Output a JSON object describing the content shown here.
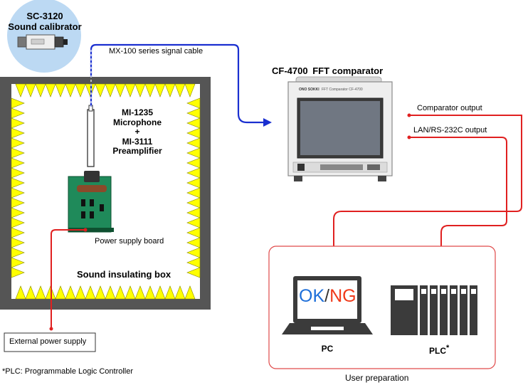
{
  "calibrator": {
    "model": "SC-3120",
    "name": "Sound calibrator"
  },
  "cable": {
    "label": "MX-100 series signal cable"
  },
  "comparator": {
    "model": "CF-4700",
    "name": "FFT comparator",
    "brand": "ONO SOKKI",
    "panel_text": "FFT Comparator CF-4700"
  },
  "microphone": {
    "line1": "MI-1235",
    "line2": "Microphone",
    "line3": "+",
    "line4": "MI-3111",
    "line5": "Preamplifier"
  },
  "power_board": {
    "label": "Power supply board"
  },
  "box": {
    "label": "Sound insulating box"
  },
  "external_power": {
    "label": "External power supply"
  },
  "outputs": {
    "comparator_output": "Comparator output",
    "lan_output": "LAN/RS-232C output"
  },
  "pc": {
    "screen_ok": "OK",
    "screen_slash": "/",
    "screen_ng": "NG",
    "label": "PC"
  },
  "plc": {
    "label": "PLC",
    "marker": "*"
  },
  "user_preparation": {
    "label": "User preparation"
  },
  "footnote": {
    "text": "*PLC: Programmable Logic Controller"
  },
  "colors": {
    "signal_cable": "#1a2fd0",
    "output_lines": "#e02020",
    "box_frame": "#555555",
    "spikes": "#ffff00",
    "user_area_border": "#e04a4a",
    "ok_text": "#1e6fd9",
    "ng_text": "#f03a1a",
    "calibrator_bg": "#bcd9f3"
  }
}
